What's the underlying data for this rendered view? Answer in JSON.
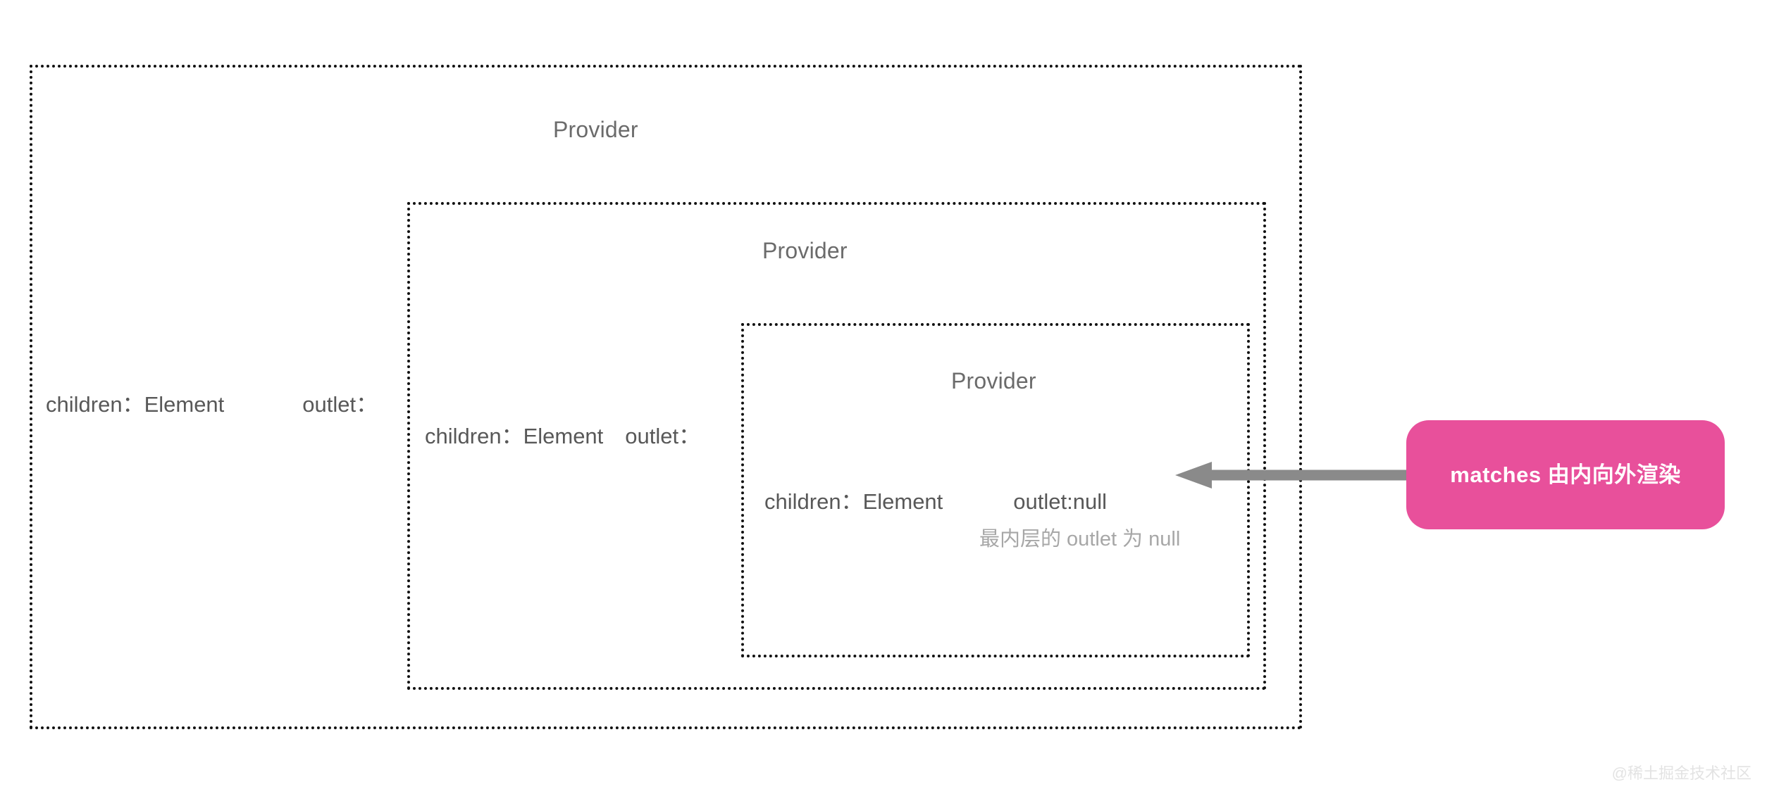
{
  "diagram": {
    "background_color": "#ffffff",
    "box_border_color": "#111111",
    "title_color": "#6b6b6b",
    "text_color": "#585858",
    "muted_text_color": "#a7a7a7",
    "accent_color": "#e8509b",
    "arrow_color": "#8a8a8a"
  },
  "levels": {
    "outer": {
      "title": "Provider",
      "children_label": "children：",
      "children_value": "Element",
      "outlet_label": "outlet："
    },
    "middle": {
      "title": "Provider",
      "children_label": "children：",
      "children_value": "Element",
      "outlet_label": "outlet："
    },
    "inner": {
      "title": "Provider",
      "children_label": "children：",
      "children_value": "Element",
      "outlet_label": "outlet:null",
      "note": "最内层的 outlet 为 null"
    }
  },
  "annotation": {
    "badge_text": "matches 由内向外渲染",
    "arrow_direction": "left",
    "arrow_icon": "arrow-left-icon"
  },
  "watermark": {
    "text": "@稀土掘金技术社区"
  }
}
